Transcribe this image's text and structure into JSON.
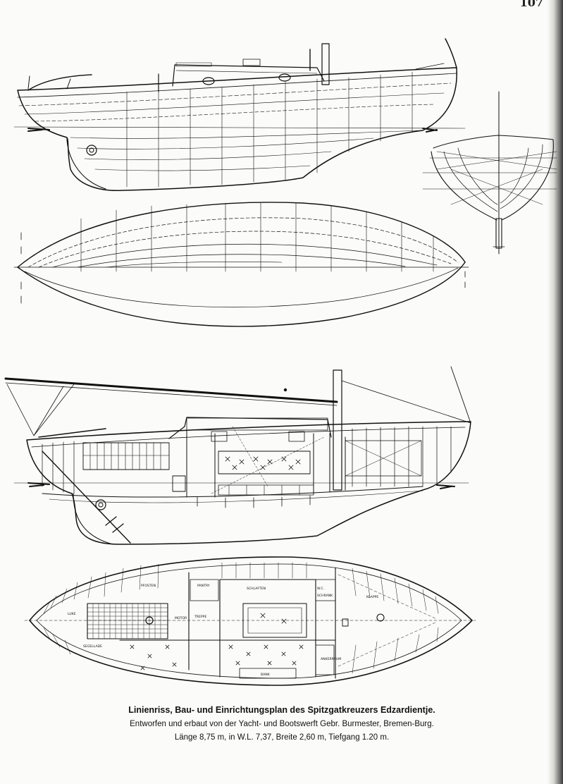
{
  "page_number": "107",
  "caption": {
    "title": "Linienriss, Bau- und Einrichtungsplan des Spitzgatkreuzers Edzardientje.",
    "line2": "Entworfen und erbaut von der Yacht- und Bootswerft Gebr. Burmester, Bremen-Burg.",
    "line3": "Länge 8,75 m, in W.L. 7,37, Breite 2,60 m, Tiefgang 1.20 m."
  },
  "plan_labels": {
    "sonlapen": "SCHLAFTEN",
    "pantry": "PANTRY",
    "klappe": "KLAPPE",
    "motor": "MOTOR",
    "treppe": "TREPPE",
    "segellade": "SEGELLADE",
    "luke": "LUKE",
    "wc": "W.C.",
    "schrank": "SCHRANK",
    "bank": "BANK",
    "pfosten": "PFOSTEN",
    "ankerraum": "ANKERRAUM"
  },
  "colors": {
    "ink": "#111111",
    "paper": "#fbfbf9"
  }
}
